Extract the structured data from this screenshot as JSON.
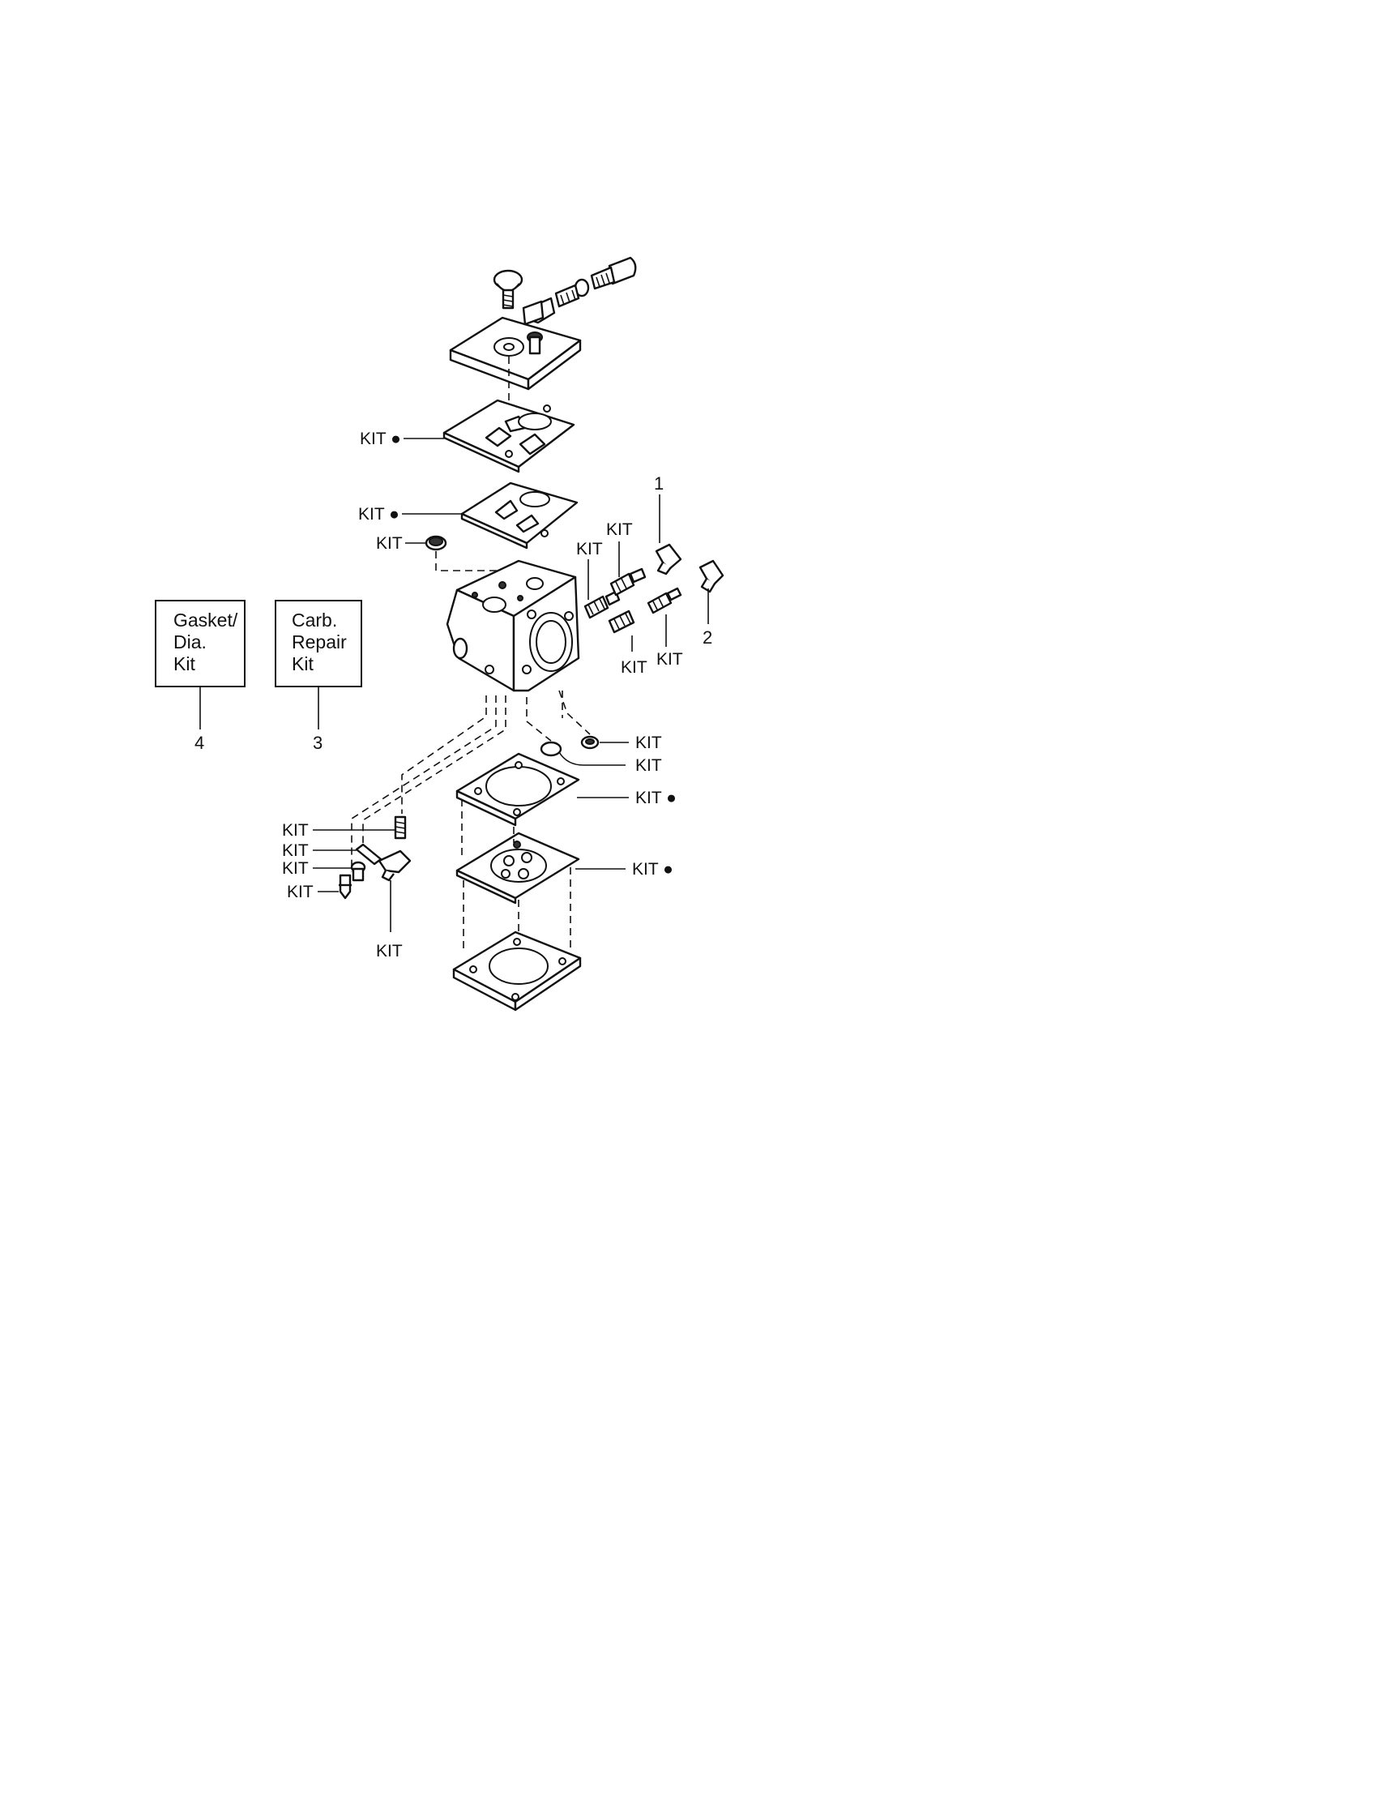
{
  "callouts": {
    "kit": "KIT",
    "kit_dot": "KIT ●",
    "item_1": "1",
    "item_2": "2",
    "item_3": "3",
    "item_4": "4"
  },
  "kit_boxes": [
    {
      "lines": [
        "Gasket/",
        "Dia.",
        "Kit"
      ],
      "number": "4"
    },
    {
      "lines": [
        "Carb.",
        "Repair",
        "Kit"
      ],
      "number": "3"
    }
  ]
}
